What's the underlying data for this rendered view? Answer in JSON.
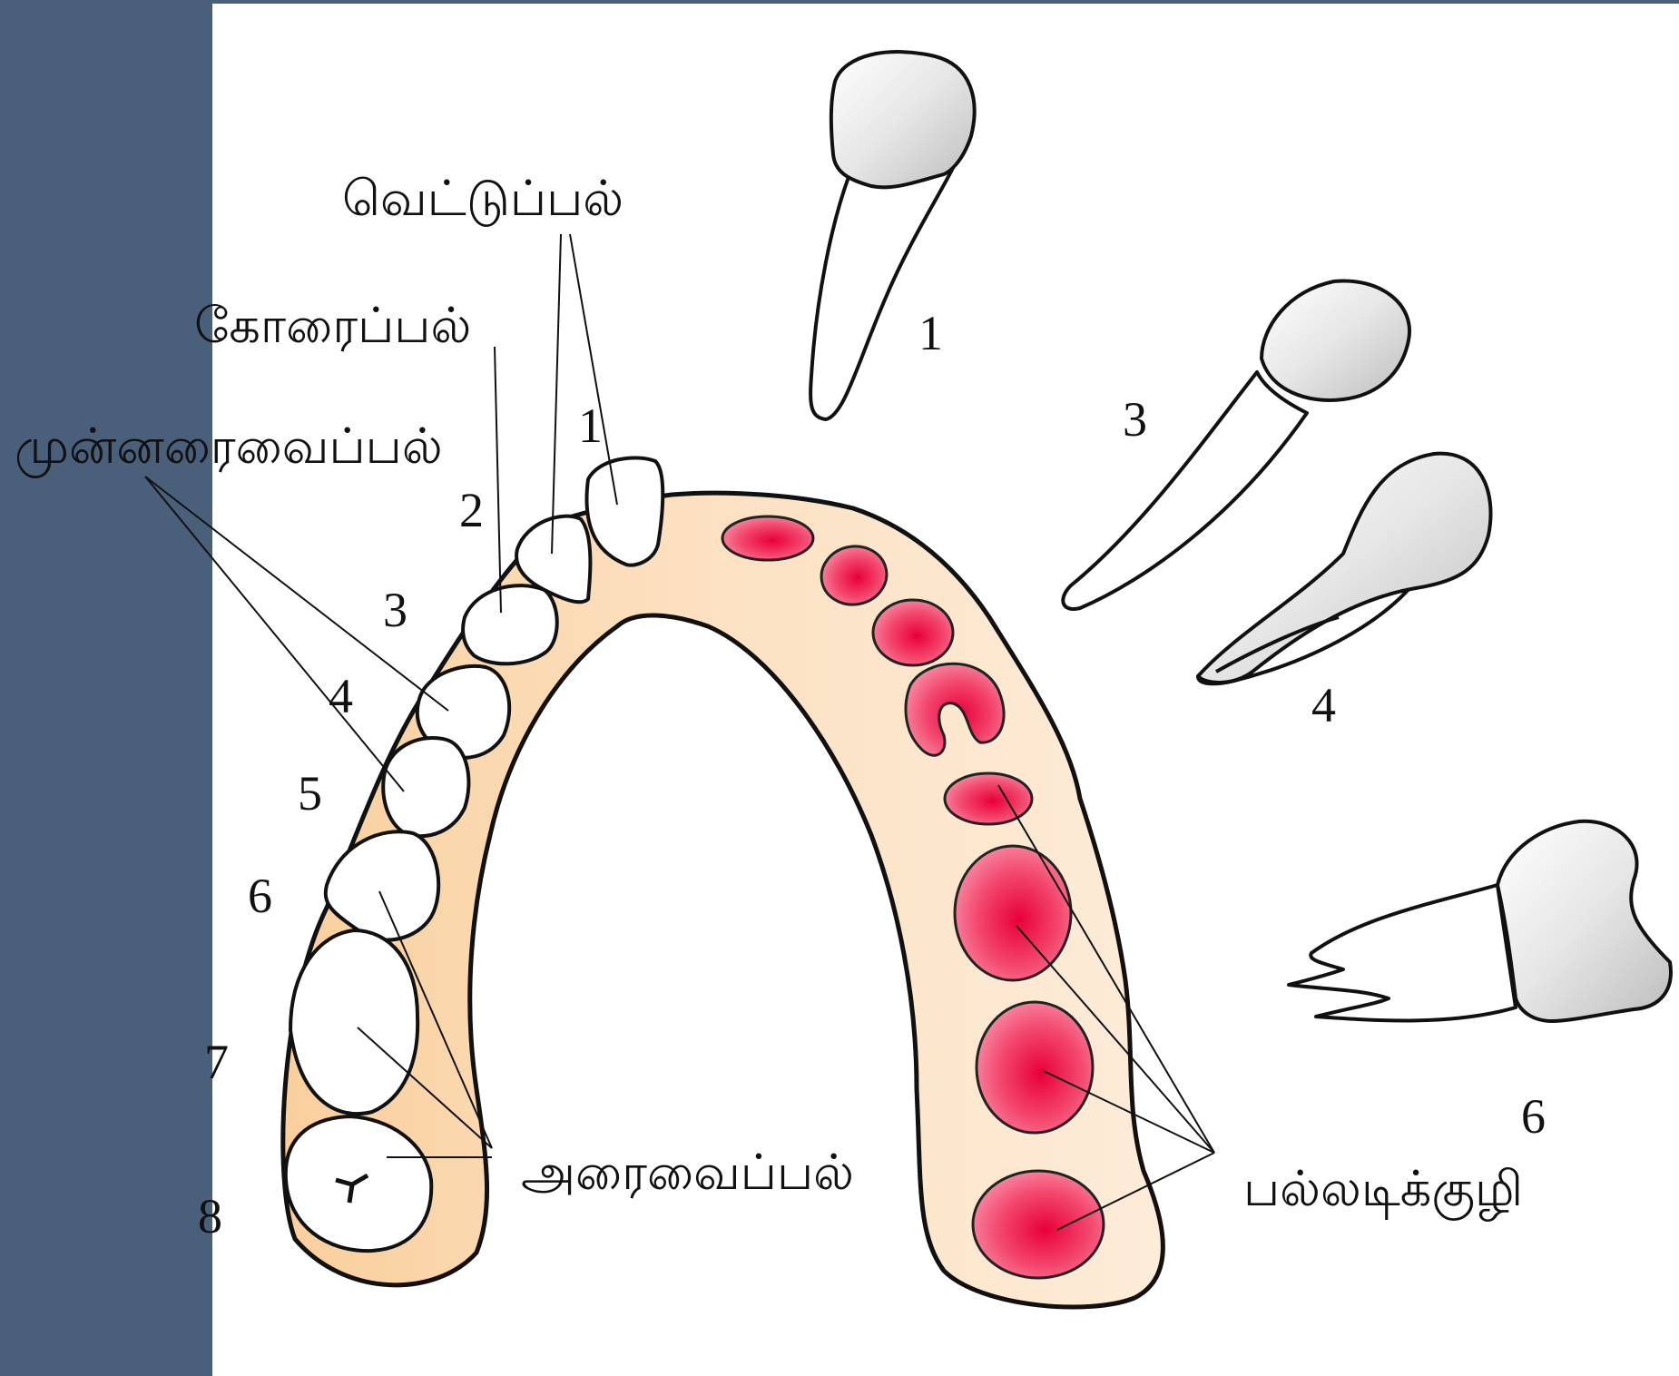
{
  "labels": {
    "incisor": "வெட்டுப்பல்",
    "canine": "கோரைப்பல்",
    "premolar": "முன்னரைவைப்பல்",
    "molar": "அரைவைப்பல்",
    "socket": "பல்லடிக்குழி"
  },
  "tooth_numbers": [
    "1",
    "2",
    "3",
    "4",
    "5",
    "6",
    "7",
    "8"
  ],
  "extracted_tooth_numbers": [
    "1",
    "3",
    "4",
    "6"
  ],
  "colors": {
    "sidebar": "#4a607a",
    "gum_light": "#fde9d3",
    "gum_dark": "#f9cf9c",
    "socket": "#ee1c4c",
    "crown_shade": "#c8c8c8"
  }
}
